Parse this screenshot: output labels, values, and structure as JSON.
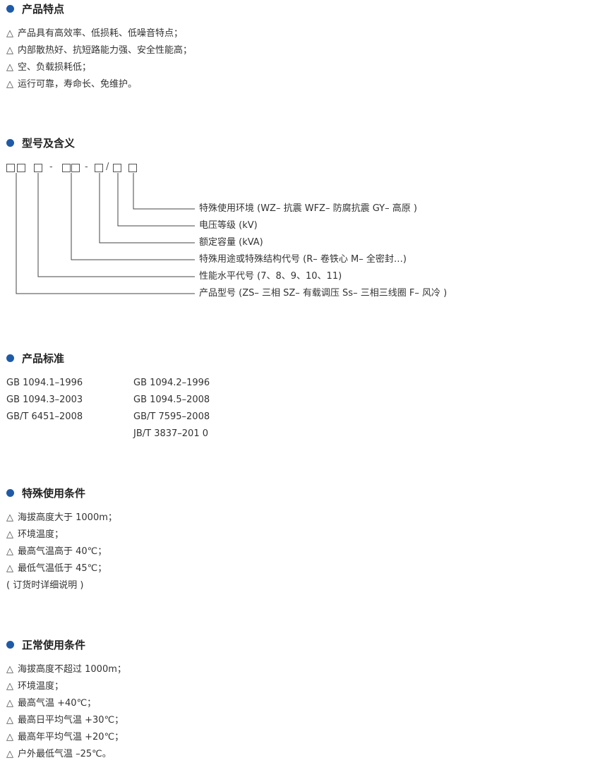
{
  "sections": {
    "features": {
      "title": "产品特点",
      "items": [
        "产品具有高效率、低损耗、低噪音特点；",
        "内部散热好、抗短路能力强、安全性能高；",
        "空、负载损耗低；",
        "运行可靠，寿命长、免维护。"
      ]
    },
    "model": {
      "title": "型号及含义",
      "separators": [
        "-",
        "-",
        "/"
      ],
      "legend": [
        "特殊使用环境 (WZ– 抗震 WFZ– 防腐抗震 GY– 高原 )",
        "电压等级 (kV)",
        "额定容量 (kVA)",
        "特殊用途或特殊结构代号 (R– 卷铁心 M– 全密封…)",
        "性能水平代号 (7、8、9、10、11)",
        "产品型号 (ZS– 三相 SZ– 有载调压 Ss– 三相三线圈 F– 风冷 )"
      ]
    },
    "standards": {
      "title": "产品标准",
      "col1": [
        "GB 1094.1–1996",
        "GB 1094.3–2003",
        "GB/T 6451–2008"
      ],
      "col2": [
        "GB 1094.2–1996",
        "GB 1094.5–2008",
        "GB/T 7595–2008",
        "JB/T 3837–201 0"
      ]
    },
    "special": {
      "title": "特殊使用条件",
      "items": [
        "海拔高度大于 1000m；",
        "环境温度；",
        "最高气温高于 40℃；",
        "最低气温低于 45℃；"
      ],
      "note": "( 订货时详细说明 )"
    },
    "normal": {
      "title": "正常使用条件",
      "items": [
        "海拔高度不超过 1000m；",
        "环境温度；",
        "最高气温 +40℃；",
        "最高日平均气温 +30℃；",
        "最高年平均气温 +20℃；",
        "户外最低气温 –25℃。"
      ]
    }
  },
  "symbols": {
    "triangle": "△"
  },
  "colors": {
    "bullet": "#1f5aa6"
  }
}
